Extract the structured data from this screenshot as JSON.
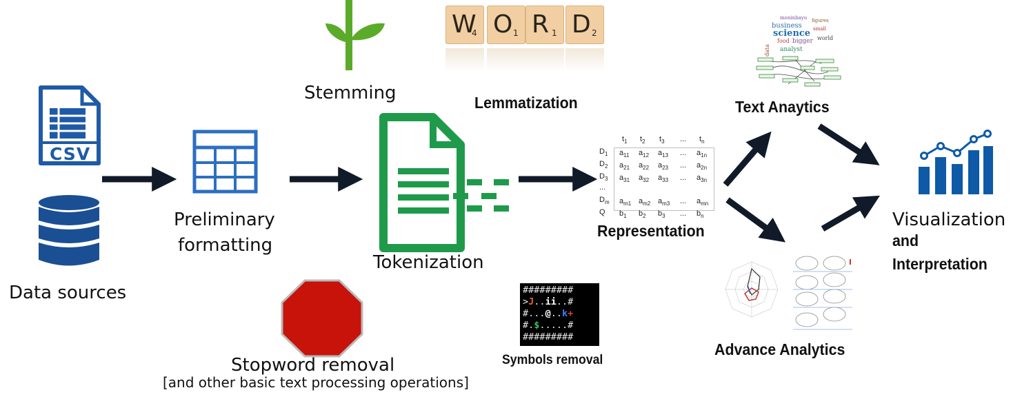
{
  "labels": {
    "data_sources": "Data sources",
    "prelim_1": "Preliminary",
    "prelim_2": "formatting",
    "stemming": "Stemming",
    "lemmatization": "Lemmatization",
    "tokenization": "Tokenization",
    "stopword": "Stopword removal",
    "other_ops": "[and other basic text processing operations]",
    "symbols": "Symbols removal",
    "representation": "Representation",
    "text_analytics": "Text Anaytics",
    "advance_analytics": "Advance Analytics",
    "viz_1": "Visualization",
    "viz_2": "and",
    "viz_3": "Interpretation"
  },
  "csv_icon": {
    "text": "CSV"
  },
  "word_tiles": [
    {
      "letter": "W",
      "score": "4"
    },
    {
      "letter": "O",
      "score": "1"
    },
    {
      "letter": "R",
      "score": "1"
    },
    {
      "letter": "D",
      "score": "2"
    }
  ],
  "matrix": {
    "col_headers": [
      "t1",
      "t2",
      "t3",
      "...",
      "tn"
    ],
    "rows": [
      {
        "head": "D1",
        "cells": [
          "a11",
          "a12",
          "a13",
          "...",
          "a1n"
        ]
      },
      {
        "head": "D2",
        "cells": [
          "a21",
          "a22",
          "a23",
          "...",
          "a2n"
        ]
      },
      {
        "head": "D3",
        "cells": [
          "a31",
          "a32",
          "a33",
          "...",
          "a3n"
        ]
      },
      {
        "head": "...",
        "cells": [
          "",
          "",
          "",
          "",
          ""
        ]
      },
      {
        "head": "Dm",
        "cells": [
          "am1",
          "am2",
          "am3",
          "...",
          "amn"
        ]
      },
      {
        "head": "Q",
        "cells": [
          "b1",
          "b2",
          "b3",
          "...",
          "bn"
        ]
      }
    ]
  },
  "terminal_lines": [
    "#########",
    ">J..ii..#",
    "#...@..k+",
    "#.$.....#",
    "#########"
  ],
  "wordcloud_words": [
    "science",
    "business",
    "figures",
    "small",
    "bigger",
    "analyst",
    "world",
    "data",
    "food",
    "moninbayu"
  ],
  "colors": {
    "dark_arrow": "#111a28",
    "csv_blue": "#1f5aa6",
    "db_blue": "#1b4f93",
    "table_blue": "#2c6fc1",
    "token_green": "#1f9a4b",
    "stem_green": "#5bab2a",
    "stop_red": "#c8130a",
    "chart_blue": "#0e5aa7"
  }
}
